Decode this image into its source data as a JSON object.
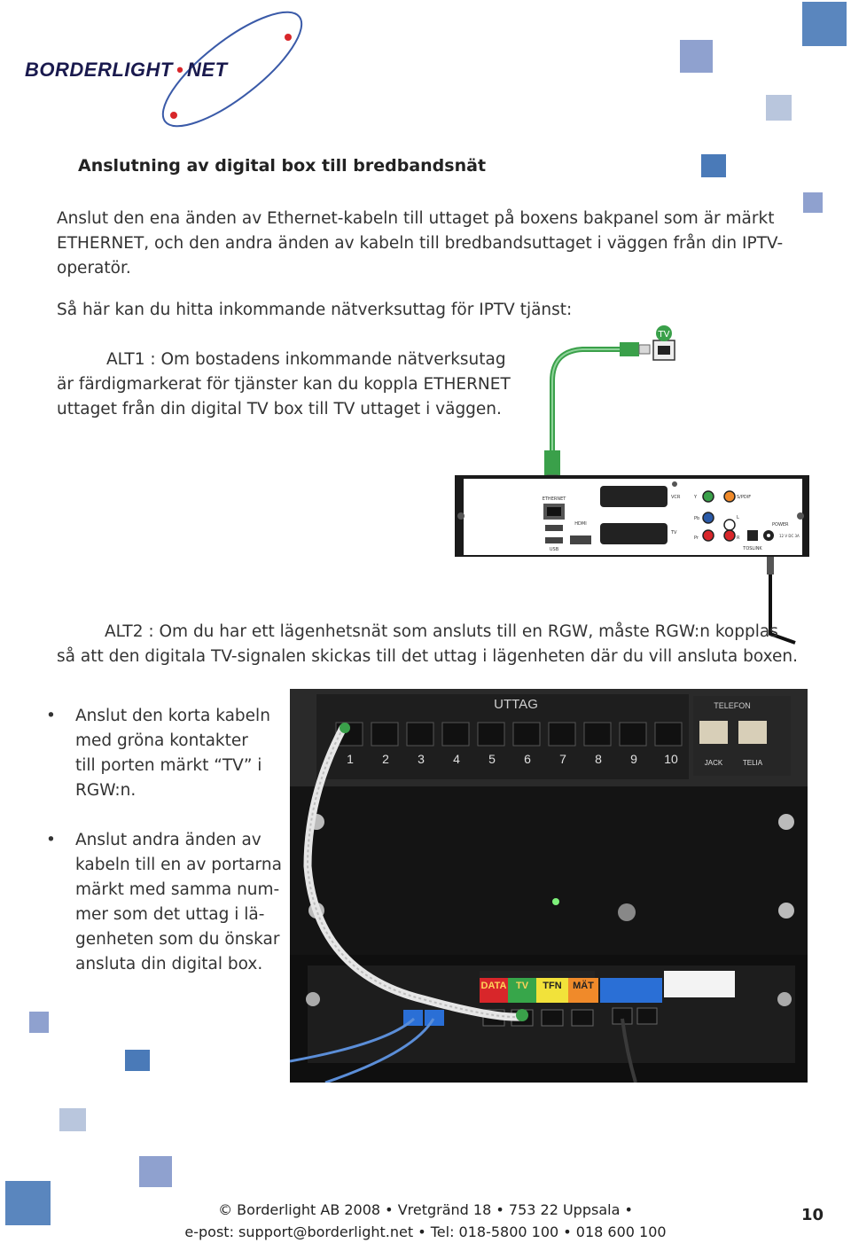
{
  "logo": {
    "text": "BORDERLIGHT",
    "dot": "•",
    "suffix": "NET"
  },
  "heading": "Anslutning av digital box till bredbandsnät",
  "intro": [
    "Anslut den ena änden av Ethernet-kabeln till uttaget på boxens bakpanel som är märkt",
    "ETHERNET, och den andra änden av kabeln till bredbandsuttaget i väggen från din IPTV-",
    "operatör."
  ],
  "how_to": "Så här kan du hitta inkommande nätverksuttag för IPTV tjänst:",
  "alt1": [
    "ALT1 : Om bostadens inkommande nätverksutag",
    "är färdigmarkerat för tjänster kan du koppla ETHERNET",
    "uttaget från din digital TV box till TV uttaget i väggen."
  ],
  "diagram": {
    "tv_badge": "TV",
    "panel_labels": {
      "ethernet": "ETHERNET",
      "usb": "USB",
      "hdmi": "HDMI",
      "vcr": "VCR",
      "tv": "TV",
      "y": "Y",
      "pb": "Pb",
      "pr": "Pr",
      "l": "L",
      "r": "R",
      "spdif": "S/PDIF",
      "toslink": "TOSLINK",
      "power": "POWER",
      "power_spec": "12 V DC 3A"
    }
  },
  "alt2": [
    "ALT2 :  Om du har ett lägenhetsnät som ansluts till en RGW, måste RGW:n kopplas",
    "så att den digitala TV-signalen skickas till det uttag i lägenheten där du vill ansluta boxen."
  ],
  "bullets": [
    {
      "dot": "•",
      "lines": [
        "Anslut den korta kabeln",
        "med gröna kontakter",
        "till porten märkt “TV” i",
        "RGW:n."
      ]
    },
    {
      "dot": "•",
      "lines": [
        "Anslut andra änden av",
        "kabeln till en av portarna",
        "märkt med samma num-",
        "mer som det uttag i lä-",
        "genheten som du önskar",
        "ansluta din digital box."
      ]
    }
  ],
  "photo": {
    "uttag": "UTTAG",
    "telefon": "TELEFON",
    "ports": [
      "1",
      "2",
      "3",
      "4",
      "5",
      "6",
      "7",
      "8",
      "9",
      "10"
    ],
    "jack": "JACK",
    "telia": "TELIA",
    "labels": [
      {
        "text": "DATA",
        "color": "#d8262a"
      },
      {
        "text": "TV",
        "color": "#37a64a"
      },
      {
        "text": "TFN",
        "color": "#f2e23a"
      },
      {
        "text": "MÄT",
        "color": "#f08a2a"
      }
    ]
  },
  "footer": {
    "line1": "© Borderlight AB 2008 • Vretgränd 18 • 753 22 Uppsala •",
    "line2": "e-post: support@borderlight.net • Tel: 018-5800 100 • 018 600 100"
  },
  "page_number": "10",
  "colors": {
    "square_dark": "#4a7ab8",
    "square_mid": "#8fa1cf",
    "square_light": "#b9c6dd",
    "green": "#3aa04a"
  }
}
